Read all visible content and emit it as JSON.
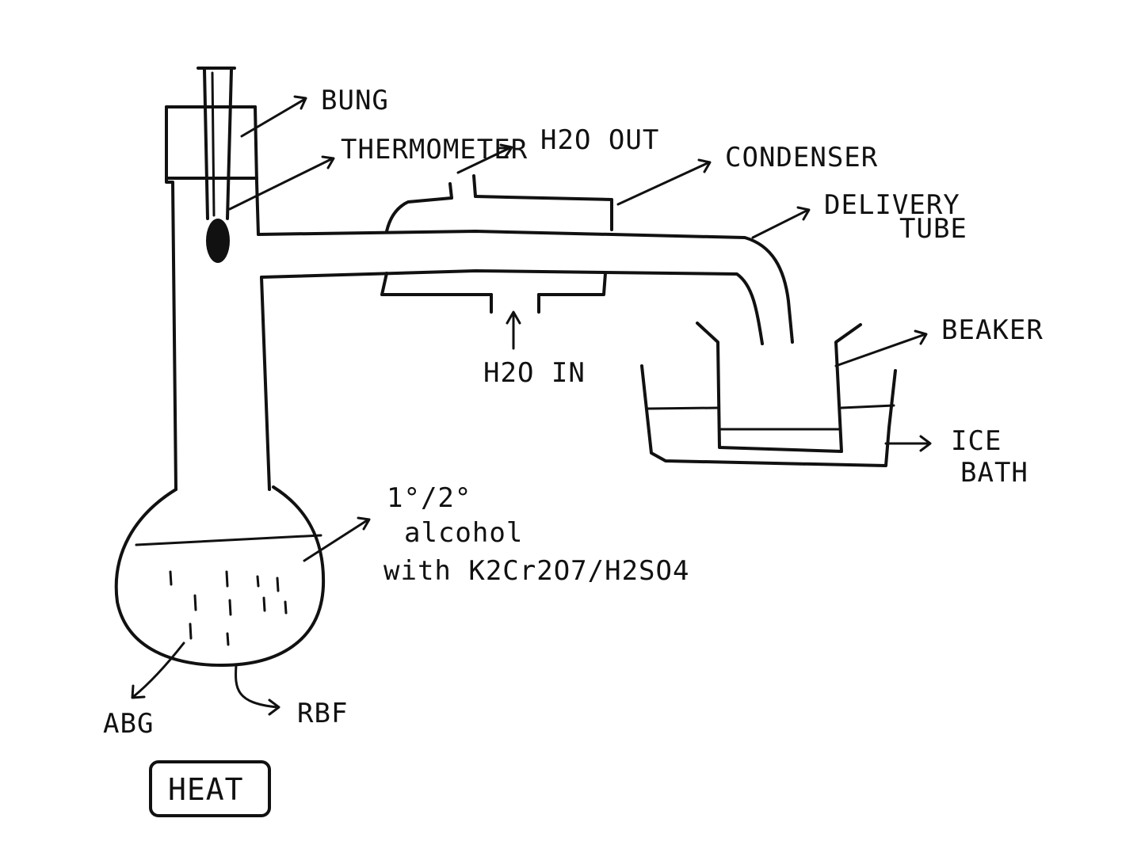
{
  "diagram": {
    "labels": {
      "bung": "BUNG",
      "thermometer": "THERMOMETER",
      "water_out": "H2O OUT",
      "condenser": "CONDENSER",
      "delivery_tube_line1": "DELIVERY",
      "delivery_tube_line2": "TUBE",
      "beaker": "BEAKER",
      "ice_bath_line1": "ICE",
      "ice_bath_line2": "BATH",
      "water_in": "H2O IN",
      "alcohol_line1": "1°/2°",
      "alcohol_line2": "alcohol",
      "alcohol_line3": "with K2Cr2O7/H2SO4",
      "abg": "ABG",
      "rbf": "RBF",
      "heat": "HEAT"
    },
    "ink_color": "#111111",
    "background_color": "#ffffff"
  }
}
